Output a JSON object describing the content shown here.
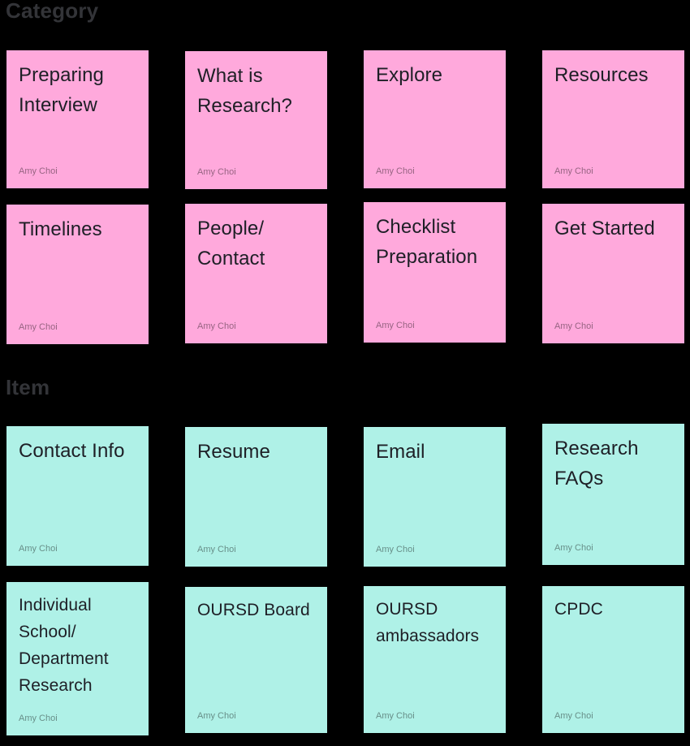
{
  "board": {
    "background_color": "#000000",
    "header_text_color": "#333438",
    "note_title_color": "#1e1f26",
    "note_author_color": "rgba(0,0,0,0.42)"
  },
  "sections": [
    {
      "label": "Category",
      "sticky_color": "#FFA9DC",
      "notes": [
        {
          "title": "Preparing\nInterview",
          "author": "Amy Choi"
        },
        {
          "title": "What is\nResearch?",
          "author": "Amy Choi"
        },
        {
          "title": "Explore",
          "author": "Amy Choi"
        },
        {
          "title": "Resources",
          "author": "Amy Choi"
        },
        {
          "title": "Timelines",
          "author": "Amy Choi"
        },
        {
          "title": "People/\nContact",
          "author": "Amy Choi"
        },
        {
          "title": "Checklist\nPreparation",
          "author": "Amy Choi"
        },
        {
          "title": "Get Started",
          "author": "Amy Choi"
        }
      ]
    },
    {
      "label": "Item",
      "sticky_color": "#AFF1E7",
      "notes": [
        {
          "title": "Contact Info",
          "author": "Amy Choi"
        },
        {
          "title": "Resume",
          "author": "Amy Choi"
        },
        {
          "title": "Email",
          "author": "Amy Choi"
        },
        {
          "title": "Research\nFAQs",
          "author": "Amy Choi"
        },
        {
          "title": "Individual\nSchool/\nDepartment\nResearch",
          "author": "Amy Choi"
        },
        {
          "title": "OURSD Board",
          "author": "Amy Choi"
        },
        {
          "title": "OURSD\nambassadors",
          "author": "Amy Choi"
        },
        {
          "title": "CPDC",
          "author": "Amy Choi"
        }
      ]
    }
  ]
}
